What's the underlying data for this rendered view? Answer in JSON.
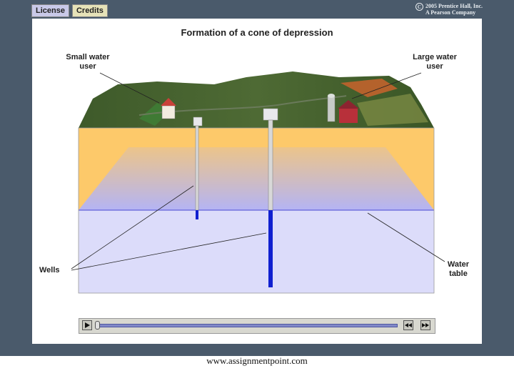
{
  "toolbar": {
    "license_label": "License",
    "credits_label": "Credits"
  },
  "copyright": {
    "symbol": "C",
    "line1": "2005 Prentice Hall, Inc.",
    "line2": "A Pearson Company"
  },
  "diagram": {
    "title": "Formation of a cone of depression",
    "small_user_label": "Small water user",
    "large_user_label": "Large water user",
    "wells_label": "Wells",
    "water_table_label": "Water table"
  },
  "player": {
    "play_icon": "play-icon",
    "rewind_icon": "rewind-icon",
    "fast_forward_icon": "fast-forward-icon",
    "progress": 0.0
  },
  "footer": {
    "text": "www.assignmentpoint.com"
  },
  "colors": {
    "frame": "#4a5a6b",
    "unsaturated_zone": "#fdc96a",
    "saturated_zone": "#dcdcfa",
    "well_water": "#1020d0"
  }
}
